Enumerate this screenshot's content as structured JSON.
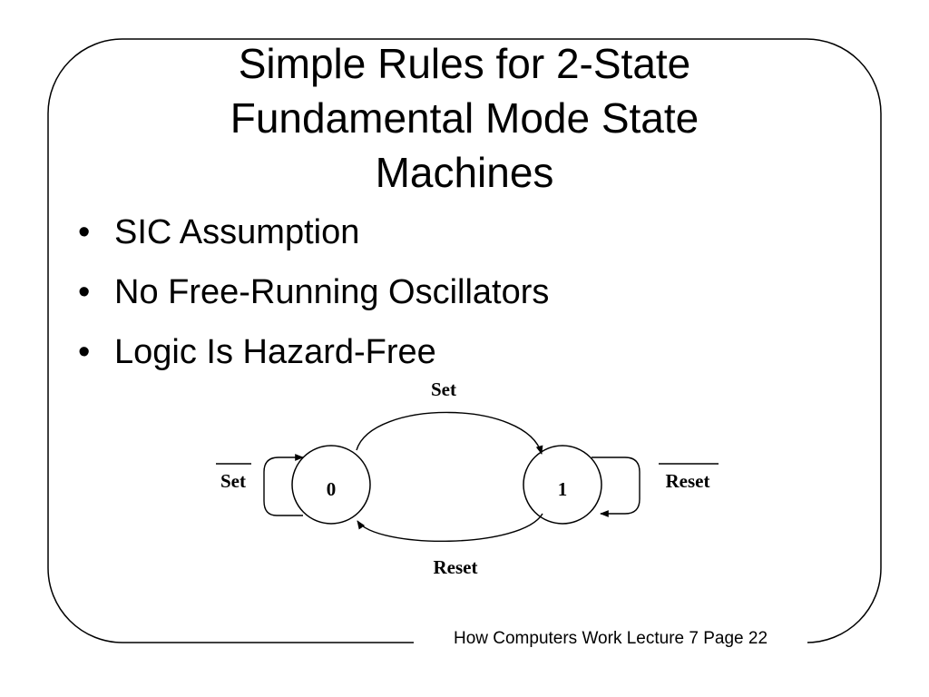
{
  "slide": {
    "title_lines": [
      "Simple Rules for 2-State",
      "Fundamental Mode State",
      "Machines"
    ],
    "bullets": [
      "SIC Assumption",
      "No Free-Running Oscillators",
      "Logic Is Hazard-Free"
    ],
    "footer": "How Computers Work Lecture 7 Page 22"
  },
  "diagram": {
    "states": [
      "0",
      "1"
    ],
    "transitions": {
      "top": "Set",
      "bottom": "Reset",
      "self_loop_left": "Set",
      "self_loop_right": "Reset"
    },
    "overbar_labels": [
      "self_loop_left",
      "self_loop_right"
    ]
  }
}
